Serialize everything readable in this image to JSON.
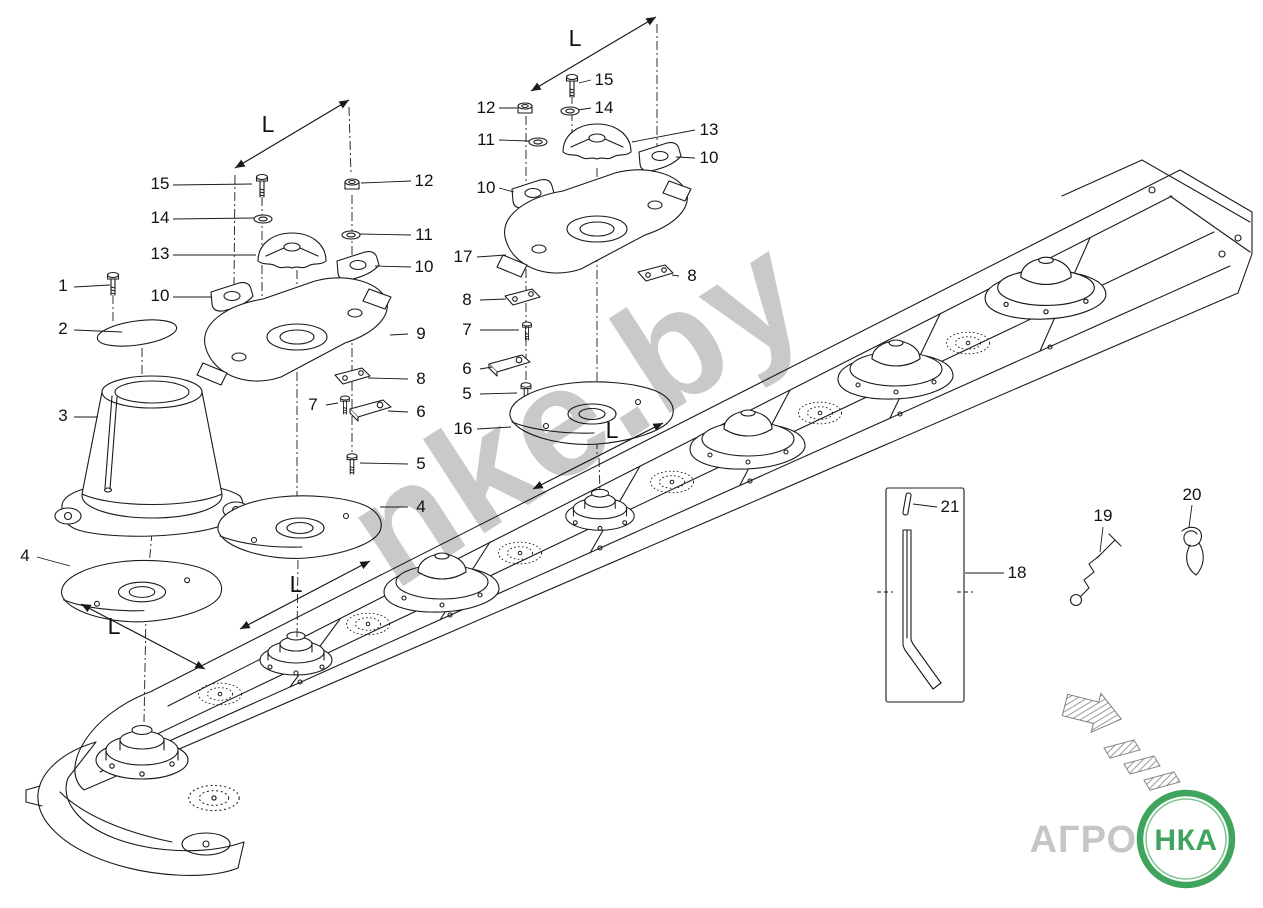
{
  "diagram": {
    "watermark": "nke.by",
    "dimension_label": "L",
    "labels": {
      "1": "1",
      "2": "2",
      "3": "3",
      "4": "4",
      "5": "5",
      "6": "6",
      "7": "7",
      "8": "8",
      "9": "9",
      "10": "10",
      "11": "11",
      "12": "12",
      "13": "13",
      "14": "14",
      "15": "15",
      "16": "16",
      "17": "17",
      "18": "18",
      "19": "19",
      "20": "20",
      "21": "21"
    },
    "logo": {
      "prefix": "АГРО",
      "suffix": "НКА"
    },
    "colors": {
      "line": "#1a1a1a",
      "watermark": "#c3c3c3",
      "logo_green": "#3fa55e",
      "logo_gray": "#c6c6c6"
    }
  }
}
